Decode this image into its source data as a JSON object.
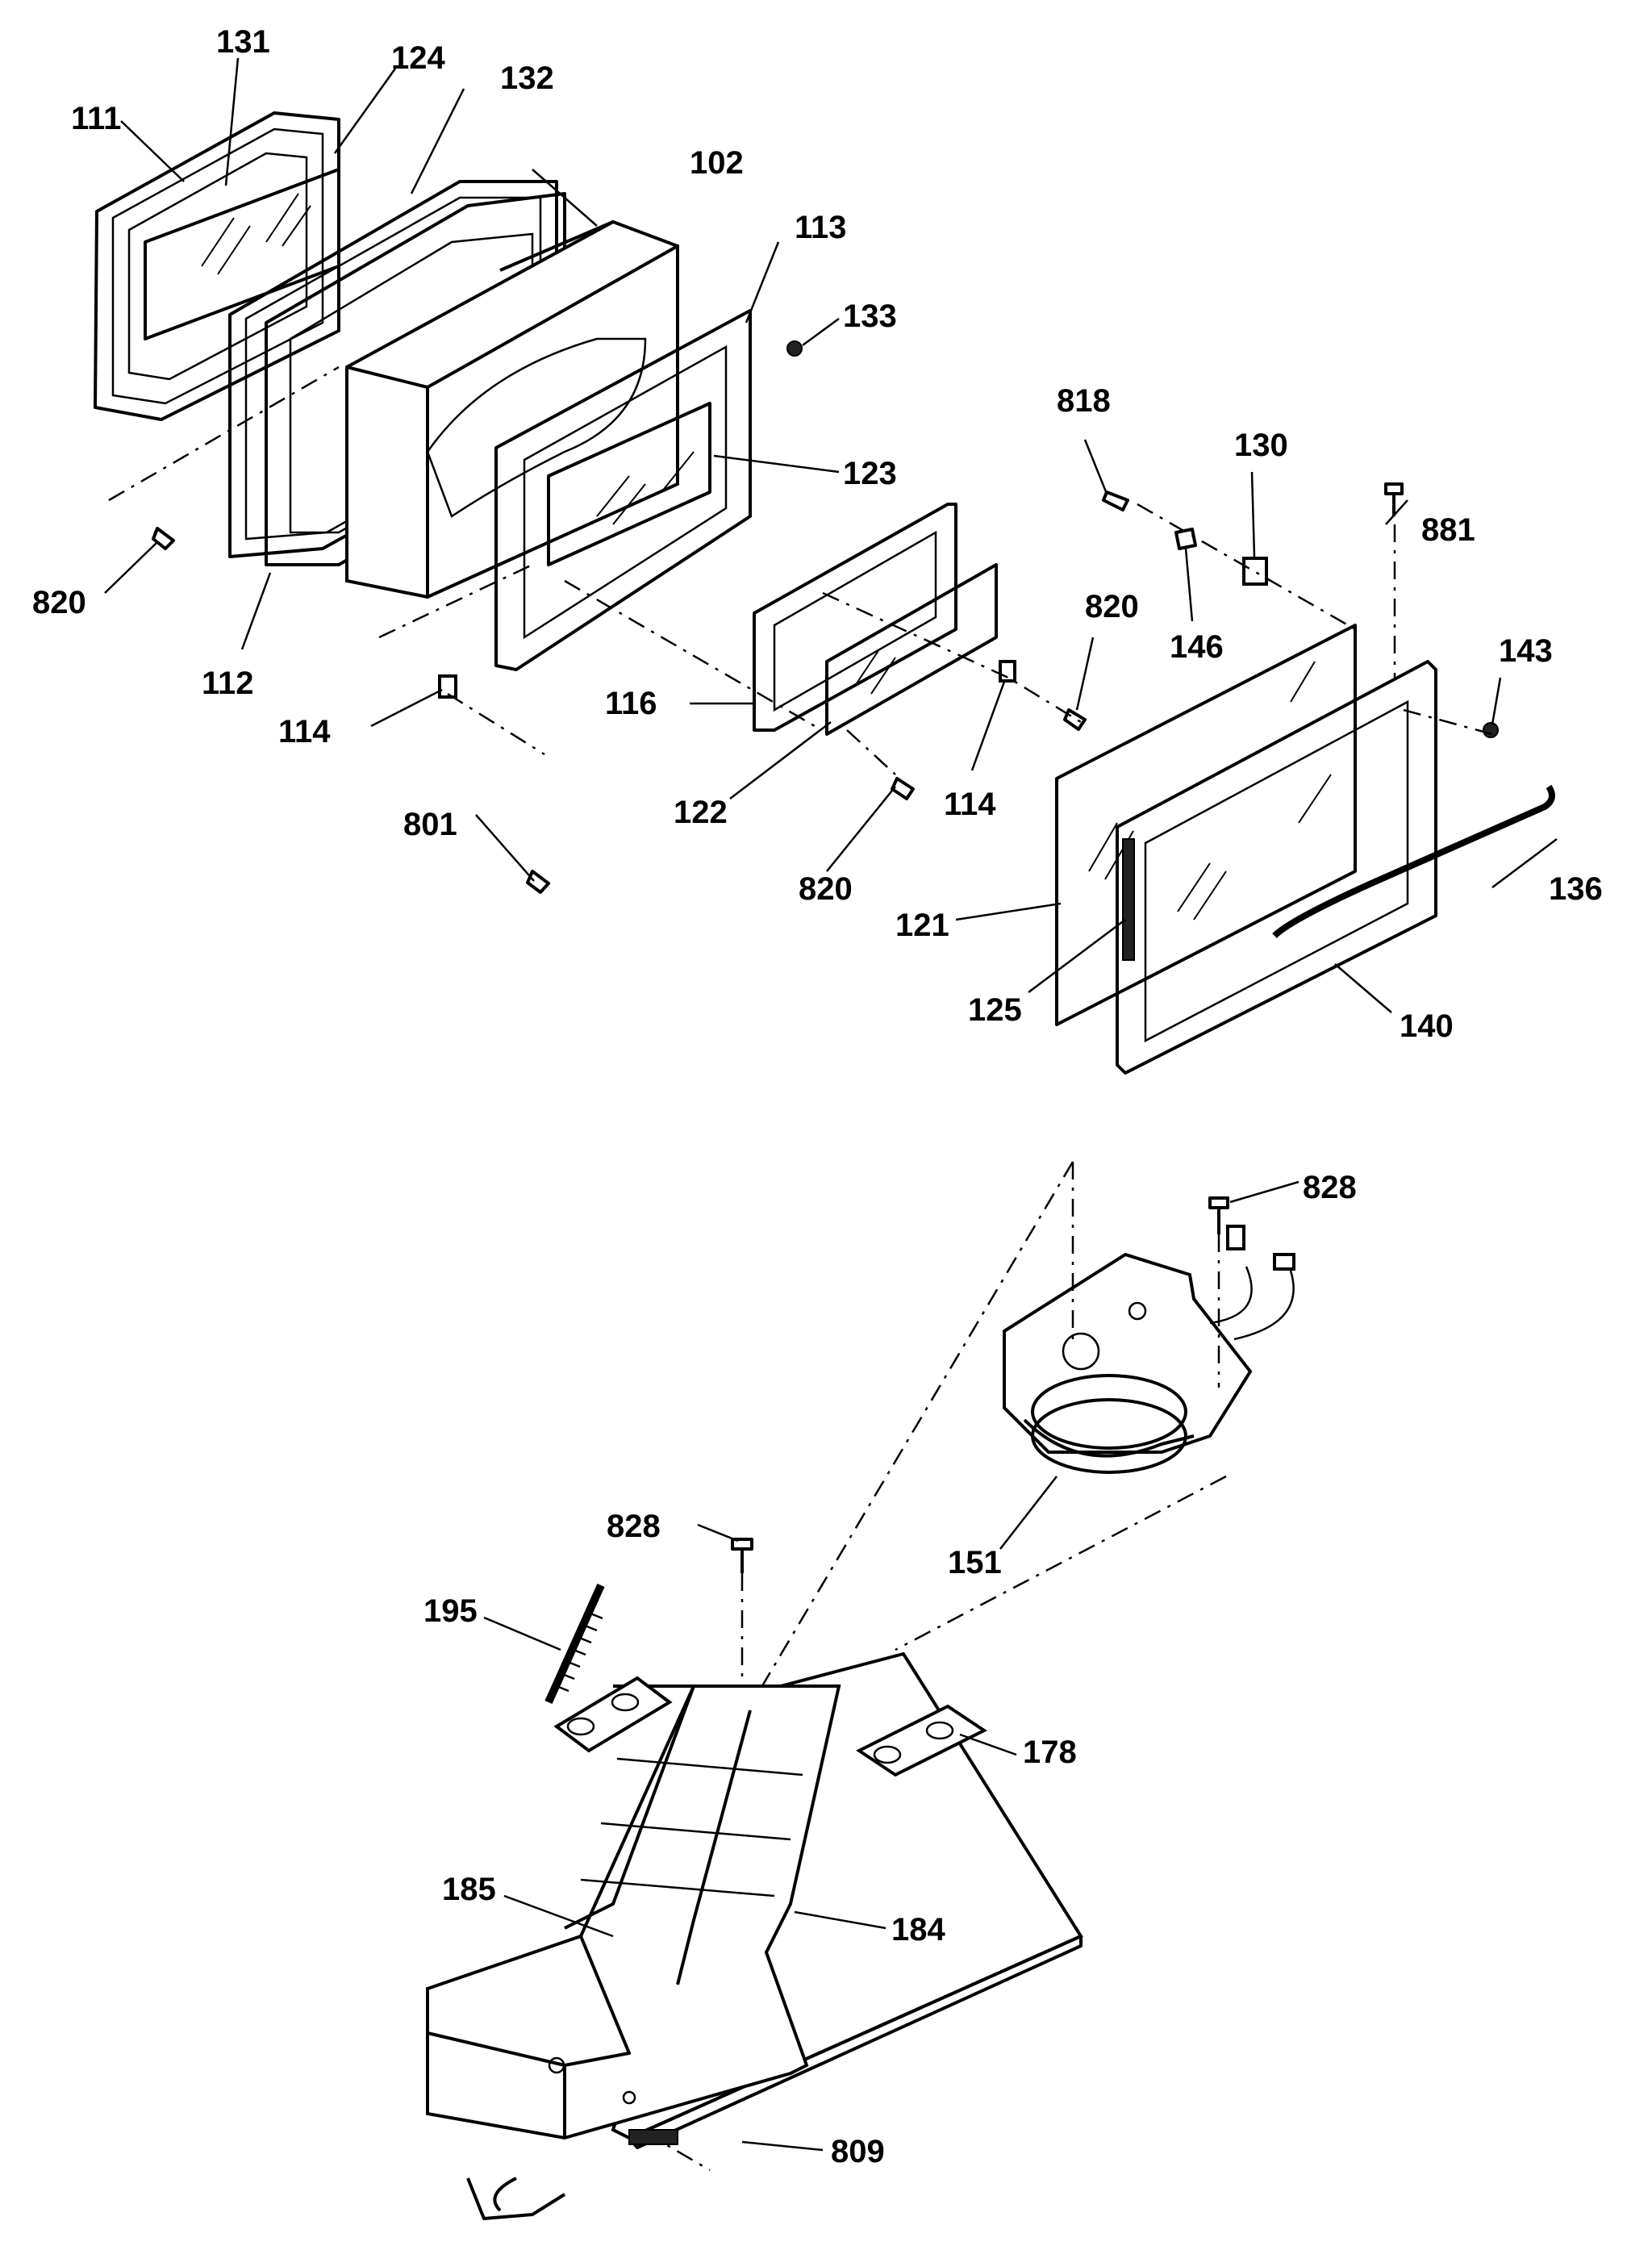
{
  "diagram": {
    "labels": [
      {
        "key": "l111",
        "text": "111"
      },
      {
        "key": "l131",
        "text": "131"
      },
      {
        "key": "l124",
        "text": "124"
      },
      {
        "key": "l132",
        "text": "132"
      },
      {
        "key": "l102",
        "text": "102"
      },
      {
        "key": "l113",
        "text": "113"
      },
      {
        "key": "l133",
        "text": "133"
      },
      {
        "key": "l123",
        "text": "123"
      },
      {
        "key": "l820a",
        "text": "820"
      },
      {
        "key": "l112",
        "text": "112"
      },
      {
        "key": "l114a",
        "text": "114"
      },
      {
        "key": "l801",
        "text": "801"
      },
      {
        "key": "l116",
        "text": "116"
      },
      {
        "key": "l122",
        "text": "122"
      },
      {
        "key": "l820b",
        "text": "820"
      },
      {
        "key": "l114b",
        "text": "114"
      },
      {
        "key": "l820c",
        "text": "820"
      },
      {
        "key": "l818",
        "text": "818"
      },
      {
        "key": "l130",
        "text": "130"
      },
      {
        "key": "l146",
        "text": "146"
      },
      {
        "key": "l881",
        "text": "881"
      },
      {
        "key": "l143",
        "text": "143"
      },
      {
        "key": "l136",
        "text": "136"
      },
      {
        "key": "l121",
        "text": "121"
      },
      {
        "key": "l125",
        "text": "125"
      },
      {
        "key": "l140",
        "text": "140"
      },
      {
        "key": "l828a",
        "text": "828"
      },
      {
        "key": "l151",
        "text": "151"
      },
      {
        "key": "l828b",
        "text": "828"
      },
      {
        "key": "l195",
        "text": "195"
      },
      {
        "key": "l178",
        "text": "178"
      },
      {
        "key": "l185",
        "text": "185"
      },
      {
        "key": "l184",
        "text": "184"
      },
      {
        "key": "l809",
        "text": "809"
      }
    ]
  }
}
